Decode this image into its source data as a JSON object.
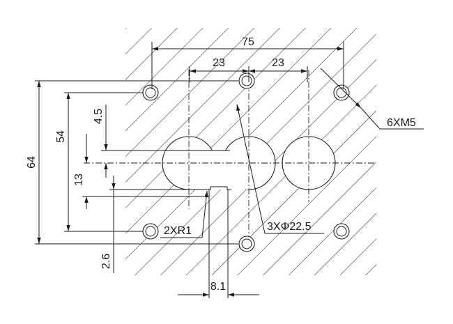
{
  "dimensions": {
    "width_overall": "75",
    "pitch_left": "23",
    "pitch_right": "23",
    "height_overall": "64",
    "height_inner": "54",
    "offset_top": "4.5",
    "slot_height": "13",
    "offset_bottom": "2.6",
    "slot_width": "8.1"
  },
  "callouts": {
    "screw_holes": "6XM5",
    "radius": "2XR1",
    "bores": "3XΦ22.5"
  },
  "colors": {
    "ink": "#1a1a1a",
    "background": "#ffffff"
  }
}
